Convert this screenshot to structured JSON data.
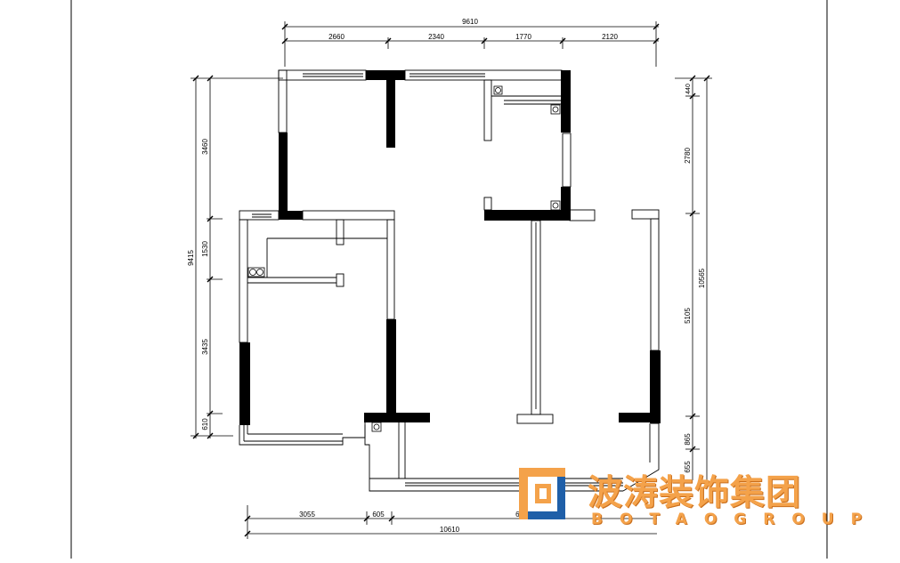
{
  "dimensions": {
    "top_total": "9610",
    "top_segments": [
      "2660",
      "2340",
      "1770",
      "2120"
    ],
    "left_total": "9415",
    "left_segments": [
      "3460",
      "1530",
      "3435",
      "610"
    ],
    "right_total": "10565",
    "right_segments": [
      "440",
      "2780",
      "5105",
      "865",
      "655"
    ],
    "bottom_segments": [
      "3055",
      "605",
      "6710"
    ],
    "bottom_total": "10610"
  },
  "logo": {
    "name_cn": "波涛装饰集团",
    "name_en": "BOTAOGROUP",
    "colors": {
      "orange": "#f4a24a",
      "blue": "#1f5fa8"
    }
  },
  "colors": {
    "wall": "#000000",
    "line": "#000000",
    "background": "#ffffff"
  }
}
